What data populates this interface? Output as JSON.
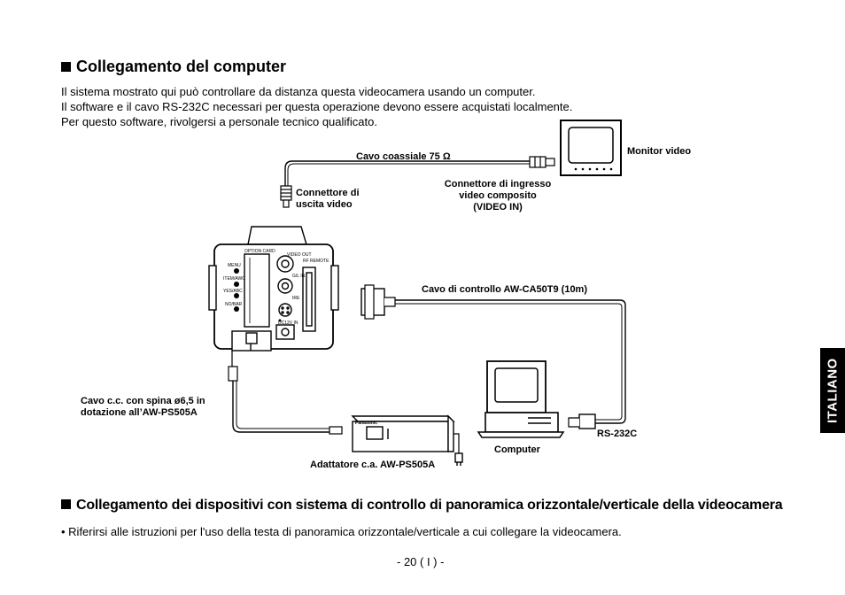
{
  "section1": {
    "title": "Collegamento del computer",
    "lines": [
      "Il sistema mostrato qui può controllare da distanza questa videocamera usando un computer.",
      "Il software e il cavo RS-232C necessari per questa operazione devono essere acquistati localmente.",
      "Per questo software, rivolgersi a personale tecnico qualificato."
    ]
  },
  "diagram": {
    "coax_cable": "Cavo coassiale 75 Ω",
    "monitor": "Monitor video",
    "video_out_connector": [
      "Connettore di",
      "uscita video"
    ],
    "video_in_connector": [
      "Connettore di ingresso",
      "video composito",
      "(VIDEO IN)"
    ],
    "control_cable": "Cavo di controllo AW-CA50T9 (10m)",
    "dc_cable": [
      "Cavo c.c. con spina ø6,5 in",
      "dotazione all’AW-PS505A"
    ],
    "rs232c": "RS-232C",
    "computer": "Computer",
    "adapter": "Adattatore c.a. AW-PS505A",
    "camera_panel": {
      "option_card": "OPTION CARD",
      "video_out": "VIDEO OUT",
      "rf_remote": "RF REMOTE",
      "menu": "MENU",
      "item_awc": "ITEM/AWC",
      "yes_abc": "YES/ABC",
      "no_bar": "NO/BAR",
      "gl_in": "G/L IN",
      "ire": "IRE",
      "dc_in": "DC12V IN"
    },
    "adapter_brand": "Panasonic"
  },
  "section2": {
    "title": "Collegamento dei dispositivi con sistema di controllo di panoramica orizzontale/verticale della videocamera",
    "bullet": "• Riferirsi alle istruzioni per l'uso della testa di panoramica orizzontale/verticale a cui collegare la videocamera."
  },
  "side_tab": "ITALIANO",
  "page_number": "- 20 ( I ) -"
}
